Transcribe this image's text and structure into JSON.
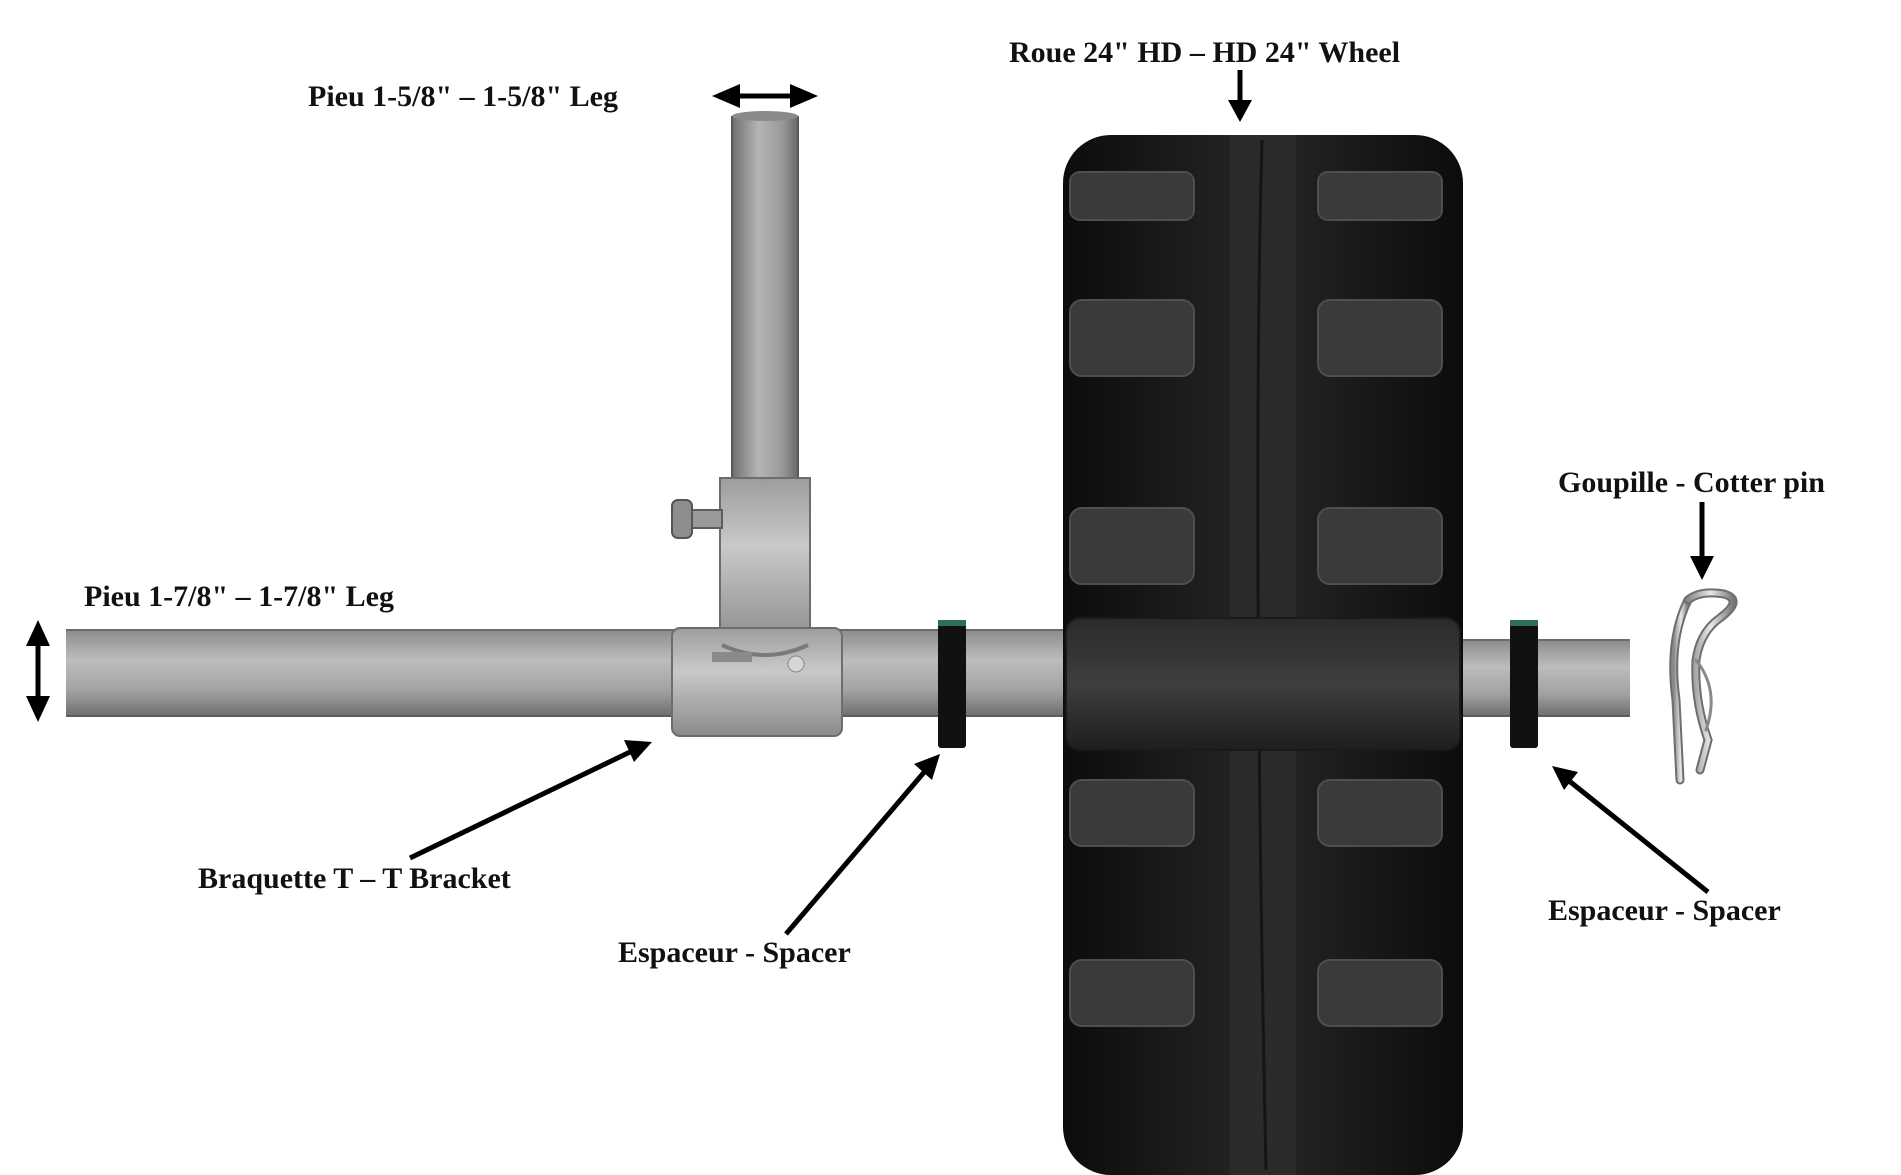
{
  "labels": {
    "leg_small": "Pieu 1-5/8\" – 1-5/8\" Leg",
    "wheel": "Roue 24\" HD – HD 24\" Wheel",
    "cotter_pin": "Goupille - Cotter pin",
    "leg_large": "Pieu 1-7/8\" – 1-7/8\" Leg",
    "t_bracket": "Braquette T – T Bracket",
    "spacer_left": "Espaceur - Spacer",
    "spacer_right": "Espaceur - Spacer"
  },
  "colors": {
    "pipe": "#a9a9a9",
    "pipe_dark": "#7a7a7a",
    "bracket": "#b4b4b4",
    "tire": "#1c1c1c",
    "tread": "#3a3a3a",
    "spacer": "#111111",
    "text": "#111111",
    "arrow": "#000000"
  }
}
